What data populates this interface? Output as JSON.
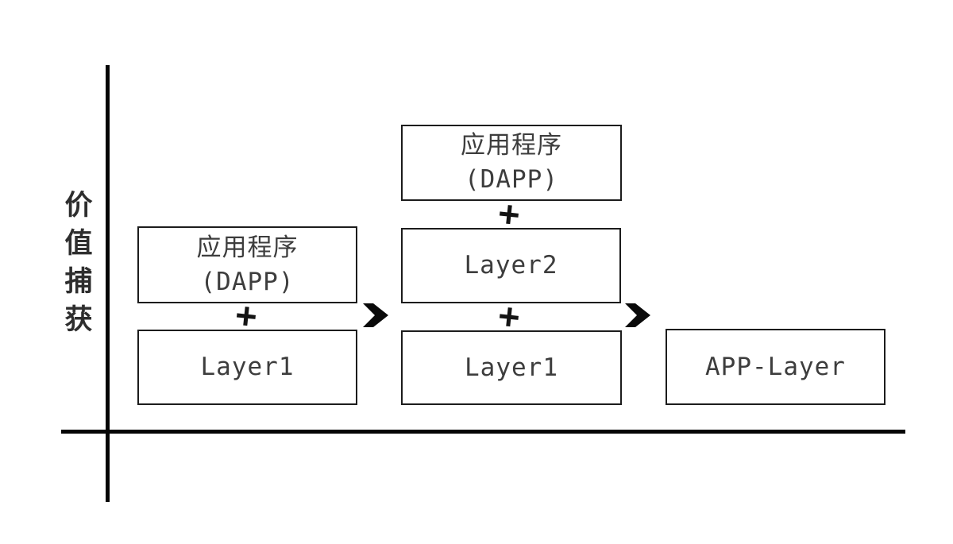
{
  "axis": {
    "y_label": "价值捕获",
    "y_label_chars": [
      "价",
      "值",
      "捕",
      "获"
    ]
  },
  "symbols": {
    "plus": "+"
  },
  "colors": {
    "background": "#ffffff",
    "axis_line": "#050505",
    "box_border": "#1c1c1c",
    "box_text": "#3d3d3d",
    "arrow_fill": "#0a0a0a"
  },
  "stages": [
    {
      "name": "stage-1",
      "boxes": [
        {
          "lines": [
            "应用程序",
            "(DAPP)"
          ]
        },
        {
          "lines": [
            "Layer1"
          ]
        }
      ]
    },
    {
      "name": "stage-2",
      "boxes": [
        {
          "lines": [
            "应用程序",
            "(DAPP)"
          ]
        },
        {
          "lines": [
            "Layer2"
          ]
        },
        {
          "lines": [
            "Layer1"
          ]
        }
      ]
    },
    {
      "name": "stage-3",
      "boxes": [
        {
          "lines": [
            "APP-Layer"
          ]
        }
      ]
    }
  ]
}
